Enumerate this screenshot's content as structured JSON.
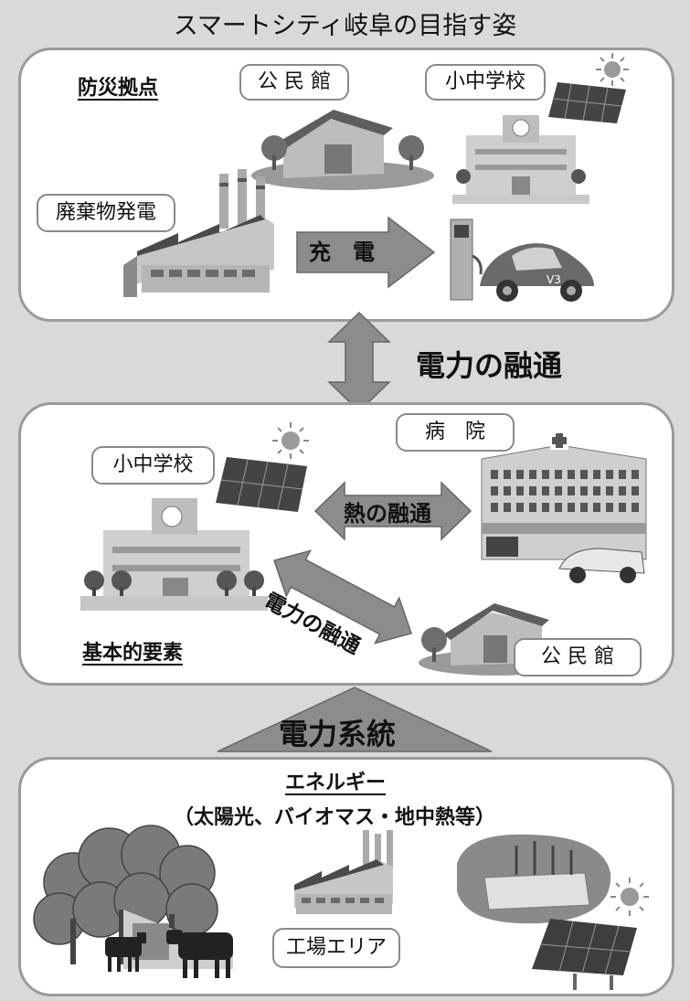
{
  "title": "スマートシティ岐阜の目指す姿",
  "top_panel": {
    "heading": "防災拠点",
    "labels": {
      "community_hall": "公 民 館",
      "school": "小中学校",
      "waste_power": "廃棄物発電",
      "charge": "充　電"
    }
  },
  "power_exchange_main": "電力の融通",
  "middle_panel": {
    "heading": "基本的要素",
    "labels": {
      "hospital": "病　院",
      "school": "小中学校",
      "heat_exchange": "熱の融通",
      "power_exchange": "電力の融通",
      "community_hall": "公 民 館"
    }
  },
  "grid_label": "電力系統",
  "bottom_panel": {
    "heading": "エネルギー",
    "subheading": "（太陽光、バイオマス・地中熱等）",
    "labels": {
      "factory_area": "工場エリア"
    }
  },
  "colors": {
    "background": "#d9d9d9",
    "arrow": "#8c8c8c",
    "panel_border": "#9a9a9a"
  },
  "icons": [
    "community-hall-icon",
    "school-icon",
    "solar-panel-icon",
    "sun-icon",
    "factory-icon",
    "ev-charger-icon",
    "electric-car-icon",
    "hospital-icon",
    "forest-icon",
    "cattle-icon",
    "geothermal-icon"
  ]
}
